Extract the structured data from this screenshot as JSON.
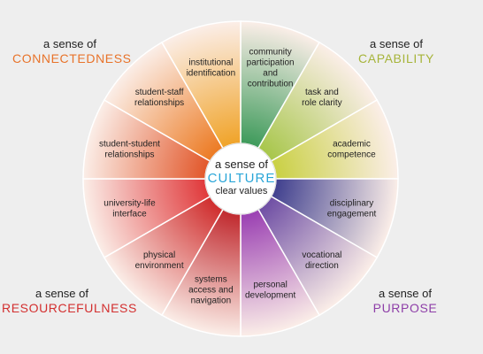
{
  "center": {
    "line1": "a sense of",
    "line2": "CULTURE",
    "line3": "clear values"
  },
  "corners": {
    "connectedness": {
      "pre": "a sense of",
      "title": "CONNECTEDNESS",
      "color": "#e8732a"
    },
    "capability": {
      "pre": "a sense of",
      "title": "CAPABILITY",
      "color": "#a6b43a"
    },
    "resourcefulness": {
      "pre": "a sense of",
      "title": "RESOURCEFULNESS",
      "color": "#d32f2f"
    },
    "purpose": {
      "pre": "a sense of",
      "title": "PURPOSE",
      "color": "#8e3fa8"
    }
  },
  "segments": [
    {
      "lines": [
        "community",
        "participation",
        "and",
        "contribution"
      ],
      "color": "#3d9a5a"
    },
    {
      "lines": [
        "task and",
        "role clarity"
      ],
      "color": "#a7c64a"
    },
    {
      "lines": [
        "academic",
        "competence"
      ],
      "color": "#c9d043"
    },
    {
      "lines": [
        "disciplinary",
        "engagement"
      ],
      "color": "#3f3f8e"
    },
    {
      "lines": [
        "vocational",
        "direction"
      ],
      "color": "#6e4ea4"
    },
    {
      "lines": [
        "personal",
        "development"
      ],
      "color": "#9a3fb2"
    },
    {
      "lines": [
        "systems",
        "access and",
        "navigation"
      ],
      "color": "#c0282d"
    },
    {
      "lines": [
        "physical",
        "environment"
      ],
      "color": "#cf2c2c"
    },
    {
      "lines": [
        "university-life",
        "interface"
      ],
      "color": "#e0383a"
    },
    {
      "lines": [
        "student-student",
        "relationships"
      ],
      "color": "#e2572a"
    },
    {
      "lines": [
        "student-staff",
        "relationships"
      ],
      "color": "#ec7a22"
    },
    {
      "lines": [
        "institutional",
        "identification"
      ],
      "color": "#f0a328"
    }
  ]
}
